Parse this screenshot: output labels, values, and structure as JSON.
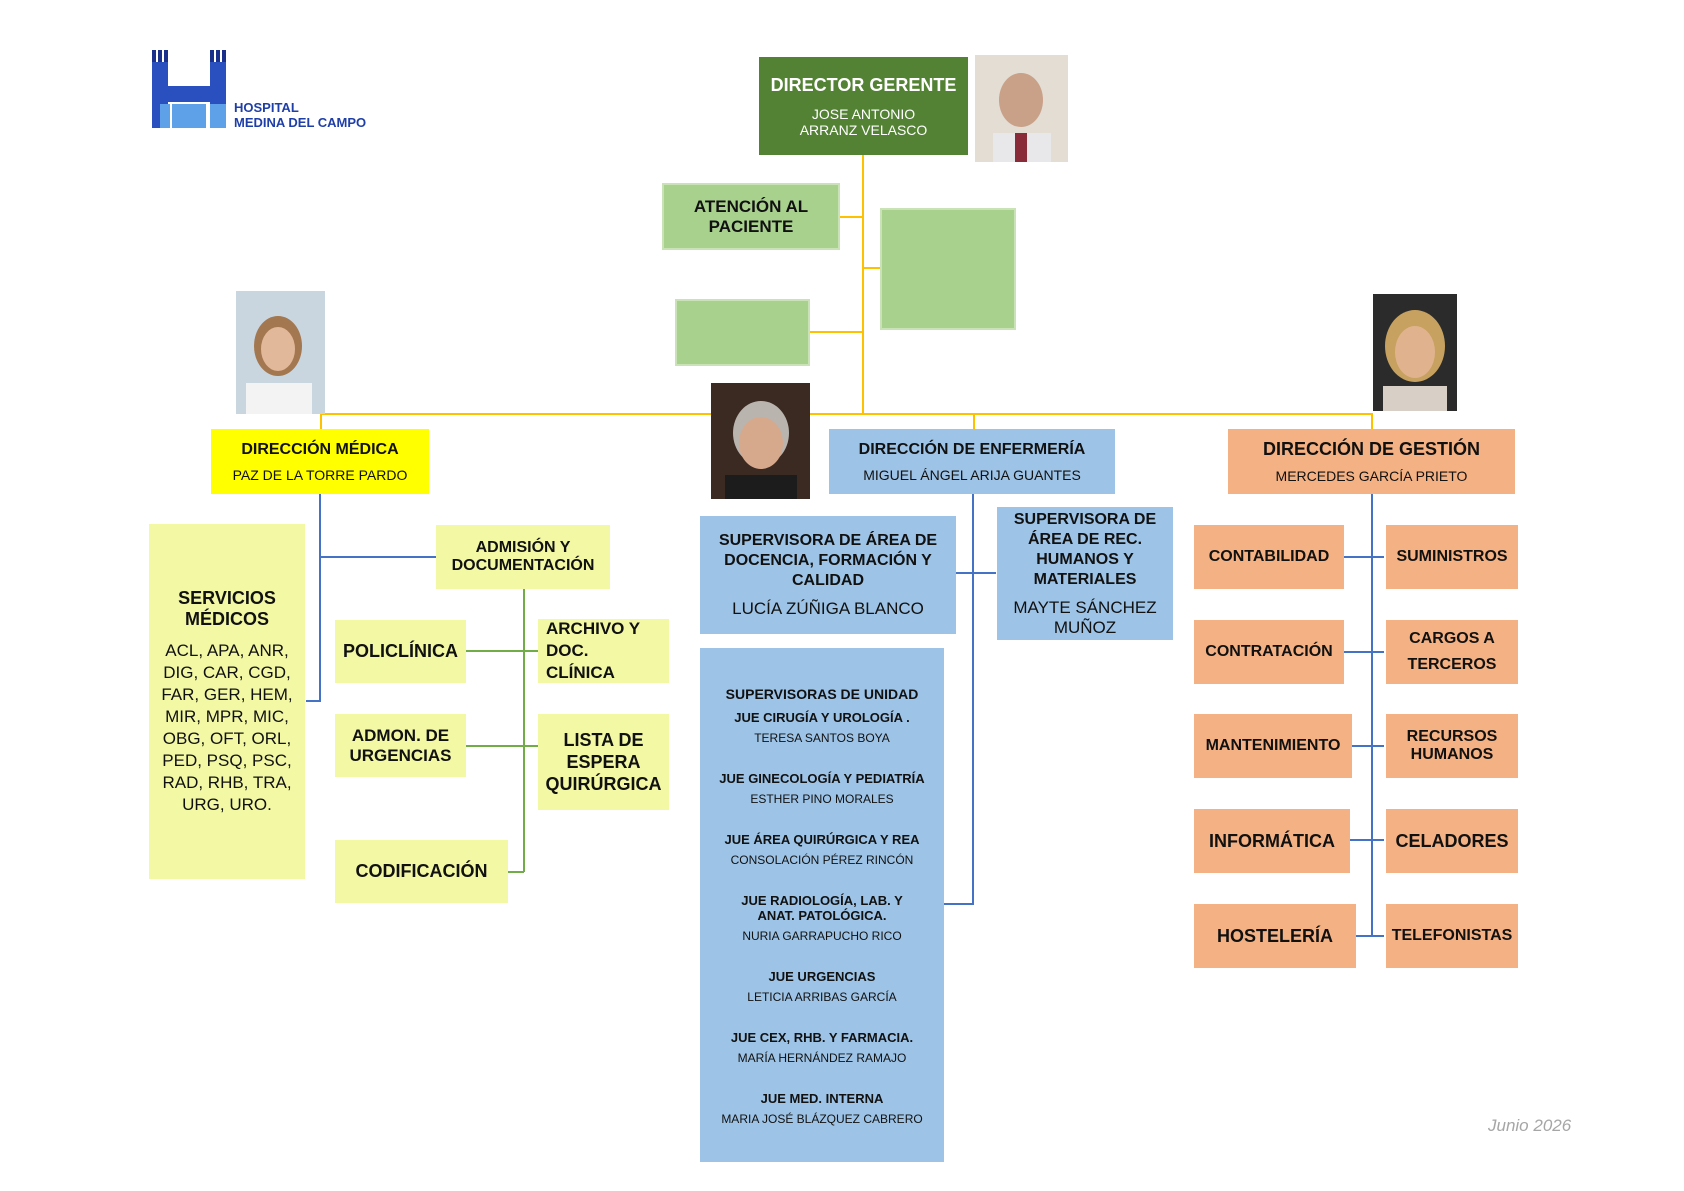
{
  "logo": {
    "line1": "HOSPITAL",
    "line2": "MEDINA DEL CAMPO",
    "color": "#1f3fa8"
  },
  "director": {
    "title": "DIRECTOR GERENTE",
    "name": "JOSE ANTONIO ARRANZ VELASCO"
  },
  "atencion": {
    "label": "ATENCIÓN AL PACIENTE"
  },
  "medica": {
    "title": "DIRECCIÓN MÉDICA",
    "name": "PAZ DE LA TORRE PARDO"
  },
  "servicios": {
    "title": "SERVICIOS MÉDICOS",
    "list": "ACL, APA, ANR, DIG, CAR, CGD, FAR, GER, HEM, MIR, MPR, MIC, OBG, OFT, ORL, PED, PSQ, PSC, RAD, RHB, TRA, URG, URO."
  },
  "admision": {
    "label": "ADMISIÓN Y DOCUMENTACIÓN"
  },
  "admision_items": {
    "policlinica": "POLICLÍNICA",
    "urgencias": "ADMON. DE URGENCIAS",
    "codificacion": "CODIFICACIÓN",
    "archivo": "ARCHIVO Y DOC. CLÍNICA",
    "lista": "LISTA DE ESPERA QUIRÚRGICA"
  },
  "enfermeria": {
    "title": "DIRECCIÓN DE ENFERMERÍA",
    "name": "MIGUEL ÁNGEL ARIJA GUANTES"
  },
  "sup_docencia": {
    "title": "SUPERVISORA DE ÁREA DE DOCENCIA, FORMACIÓN Y CALIDAD",
    "name": "LUCÍA ZÚÑIGA BLANCO"
  },
  "sup_rrhh": {
    "title": "SUPERVISORA DE ÁREA DE REC. HUMANOS Y MATERIALES",
    "name": "MAYTE SÁNCHEZ MUÑOZ"
  },
  "sup_unidad": {
    "title": "SUPERVISORAS DE UNIDAD",
    "items": [
      {
        "unit": "JUE CIRUGÍA Y UROLOGÍA .",
        "name": "TERESA SANTOS BOYA"
      },
      {
        "unit": "JUE GINECOLOGÍA Y PEDIATRÍA",
        "name": "ESTHER PINO MORALES"
      },
      {
        "unit": "JUE ÁREA QUIRÚRGICA Y REA",
        "name": "CONSOLACIÓN PÉREZ RINCÓN"
      },
      {
        "unit": "JUE RADIOLOGÍA, LAB. Y ANAT. PATOLÓGICA.",
        "name": "NURIA GARRAPUCHO RICO"
      },
      {
        "unit": "JUE URGENCIAS",
        "name": "LETICIA ARRIBAS GARCÍA"
      },
      {
        "unit": "JUE CEX, RHB. Y FARMACIA.",
        "name": "MARÍA HERNÁNDEZ RAMAJO"
      },
      {
        "unit": "JUE MED. INTERNA",
        "name": "MARIA JOSÉ BLÁZQUEZ CABRERO"
      }
    ]
  },
  "gestion": {
    "title": "DIRECCIÓN DE GESTIÓN",
    "name": "MERCEDES GARCÍA PRIETO"
  },
  "gestion_left": [
    "CONTABILIDAD",
    "CONTRATACIÓN",
    "MANTENIMIENTO",
    "INFORMÁTICA",
    "HOSTELERÍA"
  ],
  "gestion_right": [
    "SUMINISTROS",
    "CARGOS A TERCEROS",
    "RECURSOS HUMANOS",
    "CELADORES",
    "TELEFONISTAS"
  ],
  "footer": {
    "date": "Junio 2026"
  }
}
